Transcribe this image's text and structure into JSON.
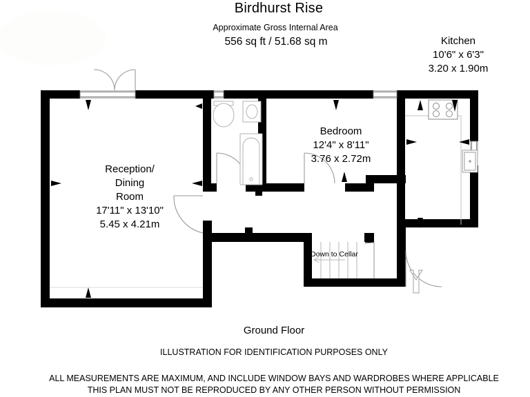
{
  "header": {
    "title": "Birdhurst Rise",
    "area_caption": "Approximate Gross Internal Area",
    "area_value": "556 sq ft  /  51.68 sq m"
  },
  "footer": {
    "floor_label": "Ground Floor",
    "illustration_note": "ILLUSTRATION FOR IDENTIFICATION PURPOSES ONLY",
    "disclaimer_line1": "ALL MEASUREMENTS ARE MAXIMUM, AND INCLUDE WINDOW BAYS AND WARDROBES WHERE APPLICABLE",
    "disclaimer_line2": "THIS PLAN MUST NOT BE REPRODUCED BY ANY OTHER PERSON WITHOUT PERMISSION"
  },
  "rooms": [
    {
      "id": "kitchen",
      "name": "Kitchen",
      "imperial": "10'6\" x 6'3\"",
      "metric": "3.20 x 1.90m"
    },
    {
      "id": "bedroom",
      "name": "Bedroom",
      "imperial": "12'4\" x 8'11\"",
      "metric": "3.76 x 2.72m"
    },
    {
      "id": "reception",
      "name_line1": "Reception/",
      "name_line2": "Dining",
      "name_line3": "Room",
      "imperial": "17'11\" x 13'10\"",
      "metric": "5.45 x 4.21m"
    }
  ],
  "annotations": {
    "cellar": "Down to Cellar"
  },
  "colors": {
    "wall": "#000000",
    "background": "#ffffff",
    "fixture_line": "#999999",
    "door_arc": "#a0a0a0",
    "text": "#000000"
  }
}
